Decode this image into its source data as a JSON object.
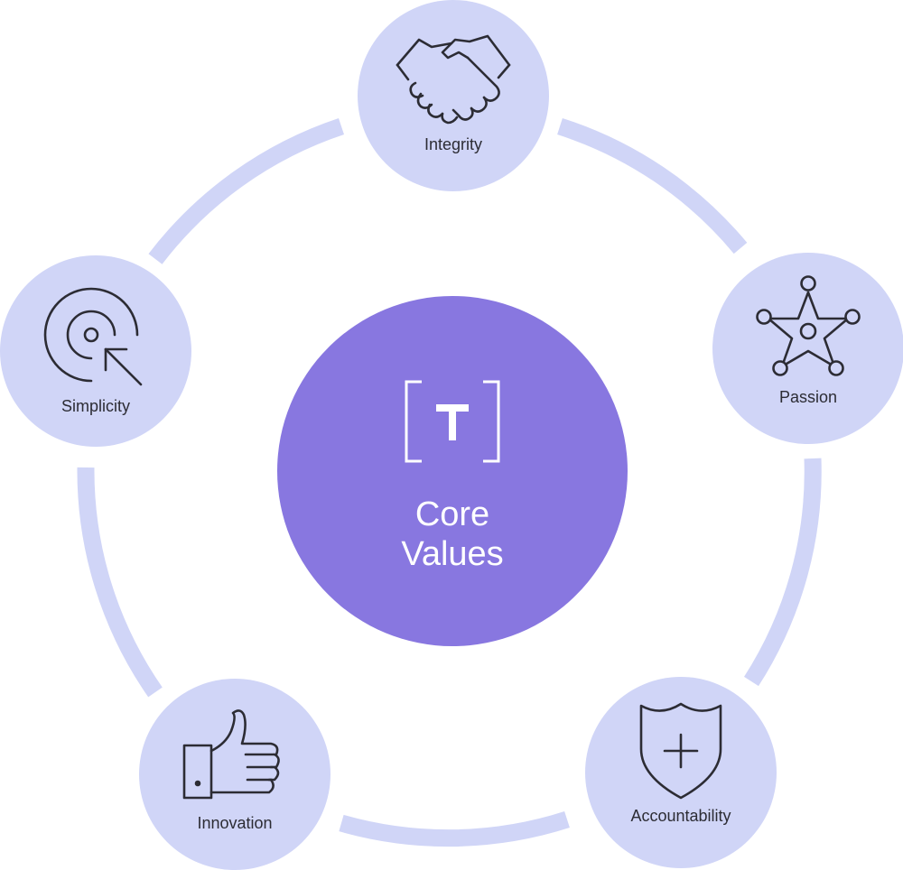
{
  "center": {
    "line1": "Core",
    "line2": "Values",
    "logo_letter": "T"
  },
  "values": [
    {
      "label": "Integrity",
      "icon": "handshake-icon"
    },
    {
      "label": "Passion",
      "icon": "star-network-icon"
    },
    {
      "label": "Accountability",
      "icon": "shield-plus-icon"
    },
    {
      "label": "Innovation",
      "icon": "thumbs-up-icon"
    },
    {
      "label": "Simplicity",
      "icon": "target-cursor-icon"
    }
  ],
  "colors": {
    "center_fill": "#8877e0",
    "node_fill": "#d0d5f7",
    "ring_stroke": "#d0d5f7",
    "icon_stroke": "#2c2c34",
    "label_text": "#2c2c34",
    "center_text": "#ffffff"
  }
}
